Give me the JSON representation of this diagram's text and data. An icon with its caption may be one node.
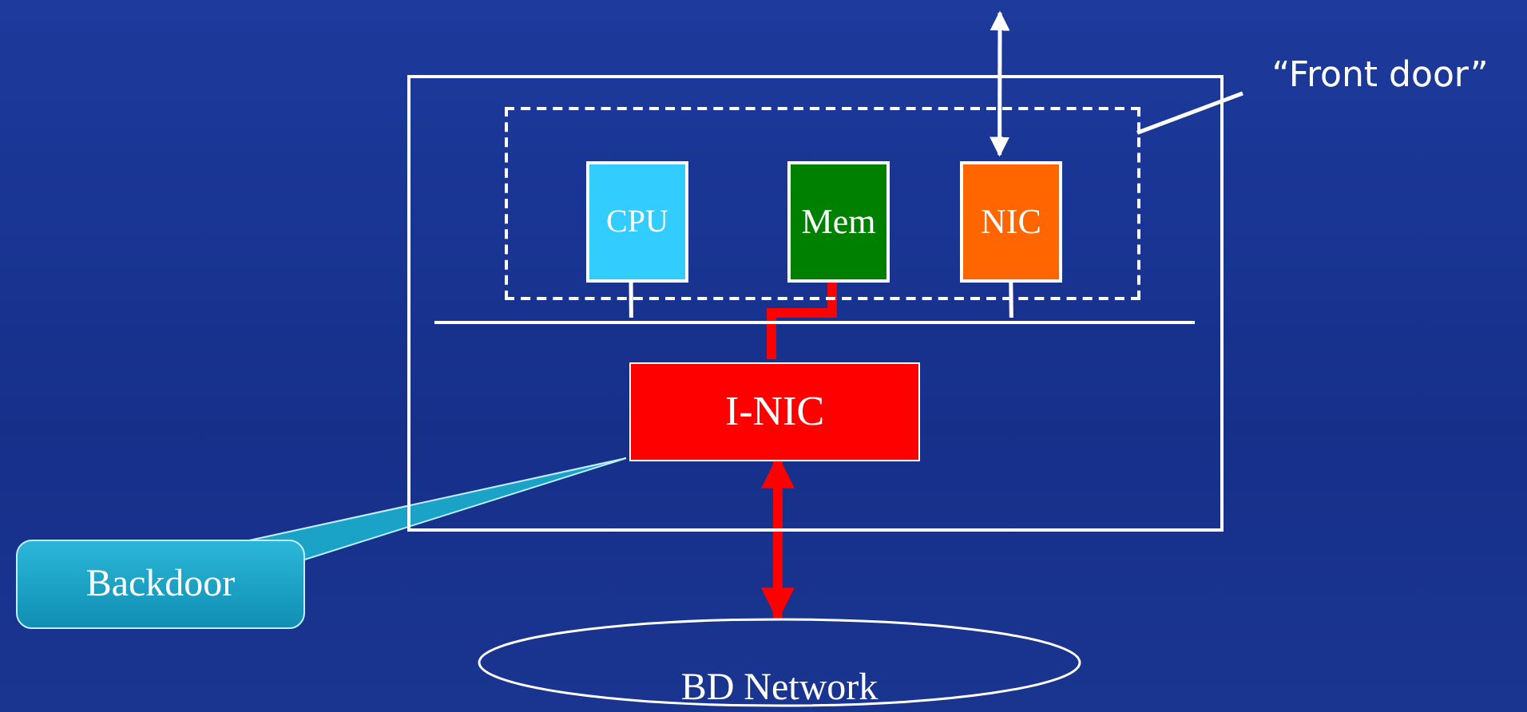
{
  "diagram": {
    "nodes": [
      {
        "text": [],
        "shape": "box"
      },
      {
        "text": [],
        "shape": "box",
        "in": 0
      },
      {
        "text": [
          "CPU"
        ],
        "in": 1
      },
      {
        "text": [
          "Mem"
        ],
        "in": 1
      },
      {
        "text": [
          "NIC"
        ],
        "in": 1
      },
      {
        "text": [],
        "shape": "bar",
        "in": 0
      },
      {
        "text": [
          "I-NIC"
        ],
        "in": 0
      },
      {
        "text": [
          "“Front door”"
        ]
      },
      {
        "text": [
          "Backdoor"
        ]
      },
      {
        "text": [
          "BD Network"
        ]
      }
    ],
    "edges": [
      {
        "from": 4,
        "to": null,
        "arrow": "both"
      },
      {
        "from": 2,
        "to": 5,
        "arrow": "none"
      },
      {
        "from": 4,
        "to": 5,
        "arrow": "none"
      },
      {
        "from": 3,
        "to": 6,
        "arrow": "none",
        "style": "thick",
        "color": "#ff0000"
      },
      {
        "from": 6,
        "to": 9,
        "arrow": "both",
        "style": "thick",
        "color": "#ff0000"
      },
      {
        "from": 7,
        "to": 1,
        "arrow": "none"
      },
      {
        "from": 8,
        "to": 6,
        "arrow": "none"
      }
    ]
  }
}
